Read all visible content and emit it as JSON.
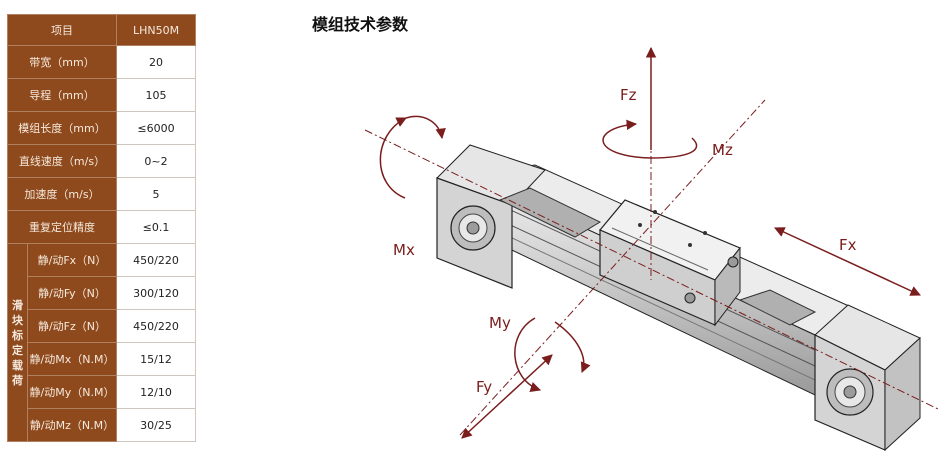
{
  "table": {
    "header": {
      "label": "项目",
      "value": "LHN50M"
    },
    "rows": [
      {
        "label": "带宽（mm）",
        "value": "20"
      },
      {
        "label": "导程（mm）",
        "value": "105"
      },
      {
        "label": "模组长度（mm）",
        "value": "≤6000"
      },
      {
        "label": "直线速度（m/s）",
        "value": "0~2"
      },
      {
        "label": "加速度（m/s）",
        "value": "5"
      },
      {
        "label": "重复定位精度",
        "value": "≤0.1"
      }
    ],
    "load_group": {
      "label": "滑块标定载荷",
      "rows": [
        {
          "label": "静/动Fx（N）",
          "value": "450/220"
        },
        {
          "label": "静/动Fy（N）",
          "value": "300/120"
        },
        {
          "label": "静/动Fz（N）",
          "value": "450/220"
        },
        {
          "label": "静/动Mx（N.M）",
          "value": "15/12"
        },
        {
          "label": "静/动My（N.M）",
          "value": "12/10"
        },
        {
          "label": "静/动Mz（N.M）",
          "value": "30/25"
        }
      ]
    }
  },
  "diagram": {
    "title": "模组技术参数",
    "labels": {
      "fz": "Fz",
      "mz": "Mz",
      "fx": "Fx",
      "mx": "Mx",
      "my": "My",
      "fy": "Fy"
    },
    "colors": {
      "header_bg": "#8e4a1c",
      "accent": "#7a1d1d"
    }
  }
}
